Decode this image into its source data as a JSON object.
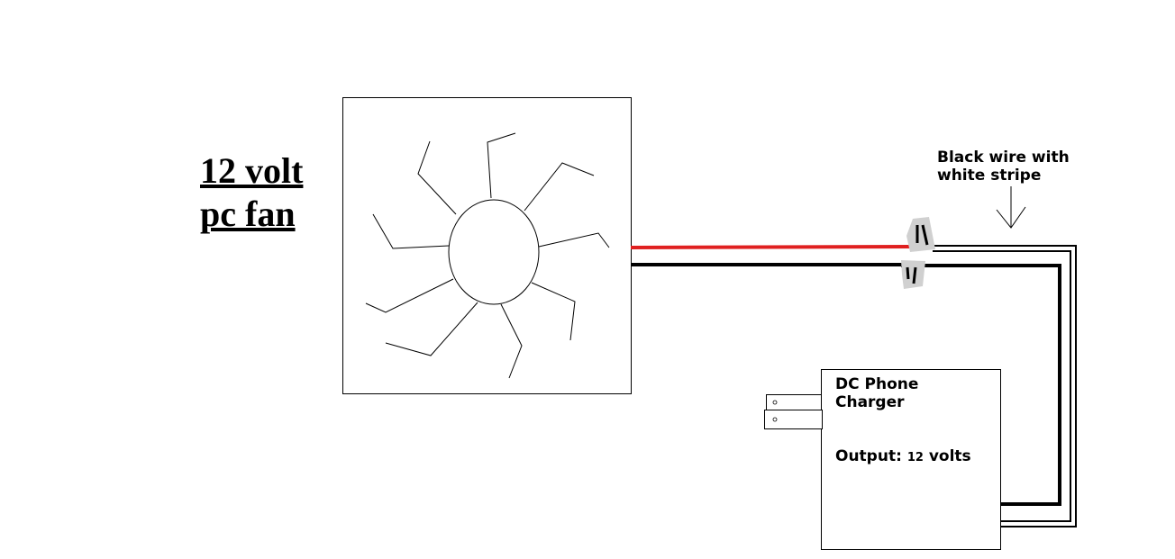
{
  "fan": {
    "title_line1": "12 volt",
    "title_line2": "pc fan"
  },
  "wire_label": {
    "line1": "Black wire with",
    "line2": "white stripe"
  },
  "charger": {
    "name_line1": "DC Phone",
    "name_line2": "Charger",
    "output_label": "Output:",
    "output_value": "12",
    "output_unit": "volts"
  },
  "colors": {
    "positive_wire": "#e02020",
    "negative_wire": "#000000",
    "connector": "#d0d0d0"
  }
}
